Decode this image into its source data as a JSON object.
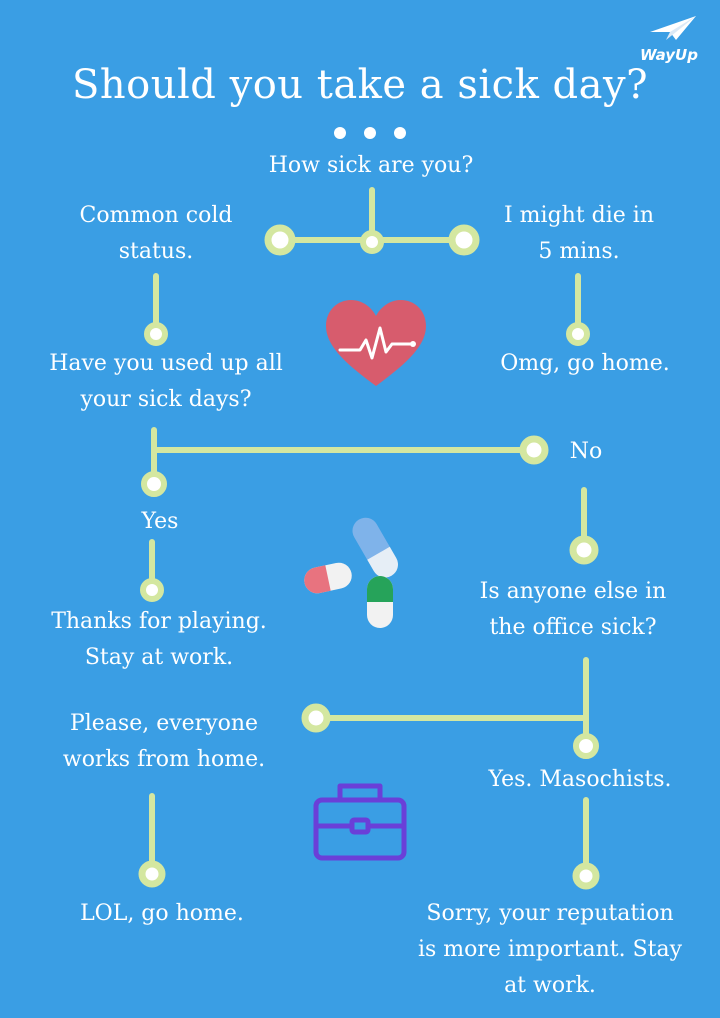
{
  "brand": {
    "name": "WayUp"
  },
  "title": "Should you take a sick day?",
  "colors": {
    "background": "#3a9ee4",
    "connector": "#d4e7a0",
    "node_fill": "#ffffff",
    "heart": "#d75c6d",
    "briefcase": "#6a3fd8",
    "pill_red": "#e8737f",
    "pill_blue": "#7fb3ea",
    "pill_green": "#26a35a"
  },
  "icons": [
    "heart-pulse-icon",
    "pills-icon",
    "briefcase-icon",
    "paper-plane-icon"
  ],
  "nodes": {
    "q_how_sick": "How sick are you?",
    "a_common_cold": "Common cold\nstatus.",
    "a_might_die": "I might die in\n5 mins.",
    "q_sick_days": "Have you used up all\nyour sick days?",
    "r_omg_go_home": "Omg, go home.",
    "a_no": "No",
    "a_yes": "Yes",
    "r_thanks": "Thanks for playing.\nStay at work.",
    "q_office_sick": "Is anyone else in\nthe office sick?",
    "a_wfh": "Please, everyone\nworks from home.",
    "a_masochists": "Yes. Masochists.",
    "r_lol": "LOL, go home.",
    "r_reputation": "Sorry, your reputation\nis more important. Stay\nat work."
  }
}
